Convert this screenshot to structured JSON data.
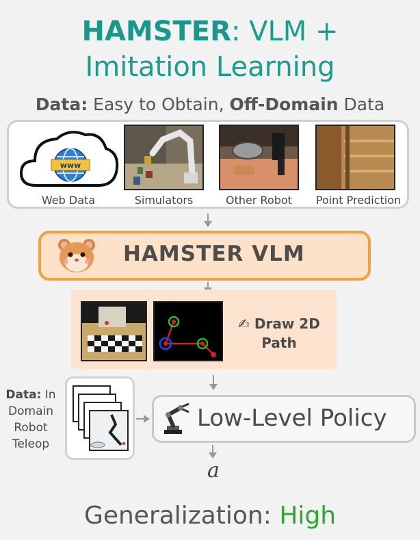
{
  "title": {
    "brand": "HAMSTER",
    "line1_rest": ": VLM +",
    "line2": "Imitation Learning"
  },
  "data_heading": {
    "label": "Data:",
    "middle": " Easy to Obtain, ",
    "bold": "Off-Domain",
    "end": " Data"
  },
  "sources": [
    {
      "caption": "Web Data",
      "icon": "cloud-www-icon"
    },
    {
      "caption": "Simulators",
      "icon": "simulator-image"
    },
    {
      "caption": "Other Robot",
      "icon": "robot-kitchen-image"
    },
    {
      "caption": "Point Prediction",
      "icon": "shelf-image"
    }
  ],
  "vlm": {
    "label": "HAMSTER VLM",
    "icon": "hamster-face-icon"
  },
  "path": {
    "label_line1": "Draw 2D",
    "label_line2": "Path",
    "icon": "writing-hand-icon"
  },
  "teleop": {
    "line1": "Data:",
    "line1_rest": " In",
    "line2": "Domain",
    "line3": "Robot",
    "line4": "Teleop"
  },
  "policy": {
    "label": "Low-Level Policy",
    "icon": "robot-arm-icon"
  },
  "action": {
    "symbol": "a"
  },
  "generalization": {
    "label": "Generalization: ",
    "value": "High"
  },
  "colors": {
    "teal": "#1a9e8c",
    "orange": "#f5a03c",
    "green": "#2ea82e"
  }
}
